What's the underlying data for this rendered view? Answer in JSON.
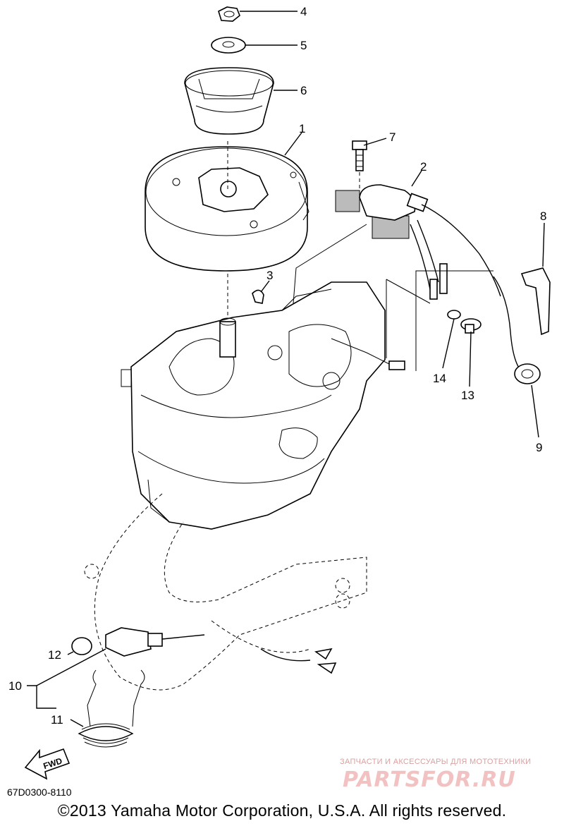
{
  "callouts": [
    "1",
    "2",
    "3",
    "4",
    "5",
    "6",
    "7",
    "8",
    "9",
    "10",
    "11",
    "12",
    "13",
    "14"
  ],
  "fwd_label": "FWD",
  "drawing_code": "67D0300-8110",
  "copyright": "©2013 Yamaha Motor Corporation, U.S.A. All rights reserved.",
  "watermark": {
    "tagline": "ЗАПЧАСТИ И АКСЕССУАРЫ ДЛЯ МОТОТЕХНИКИ",
    "logo": "PARTSFOR.RU"
  }
}
